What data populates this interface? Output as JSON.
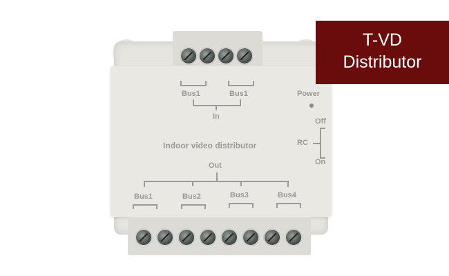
{
  "badge": {
    "line1": "T-VD",
    "line2": "Distributor"
  },
  "device": {
    "title": "Indoor video distributor",
    "in_ports": [
      "Bus1",
      "Bus1"
    ],
    "in_label": "In",
    "power_label": "Power",
    "rc": {
      "label": "RC",
      "off": "Off",
      "on": "On"
    },
    "out_label": "Out",
    "out_ports": [
      "Bus1",
      "Bus2",
      "Bus3",
      "Bus4"
    ]
  }
}
